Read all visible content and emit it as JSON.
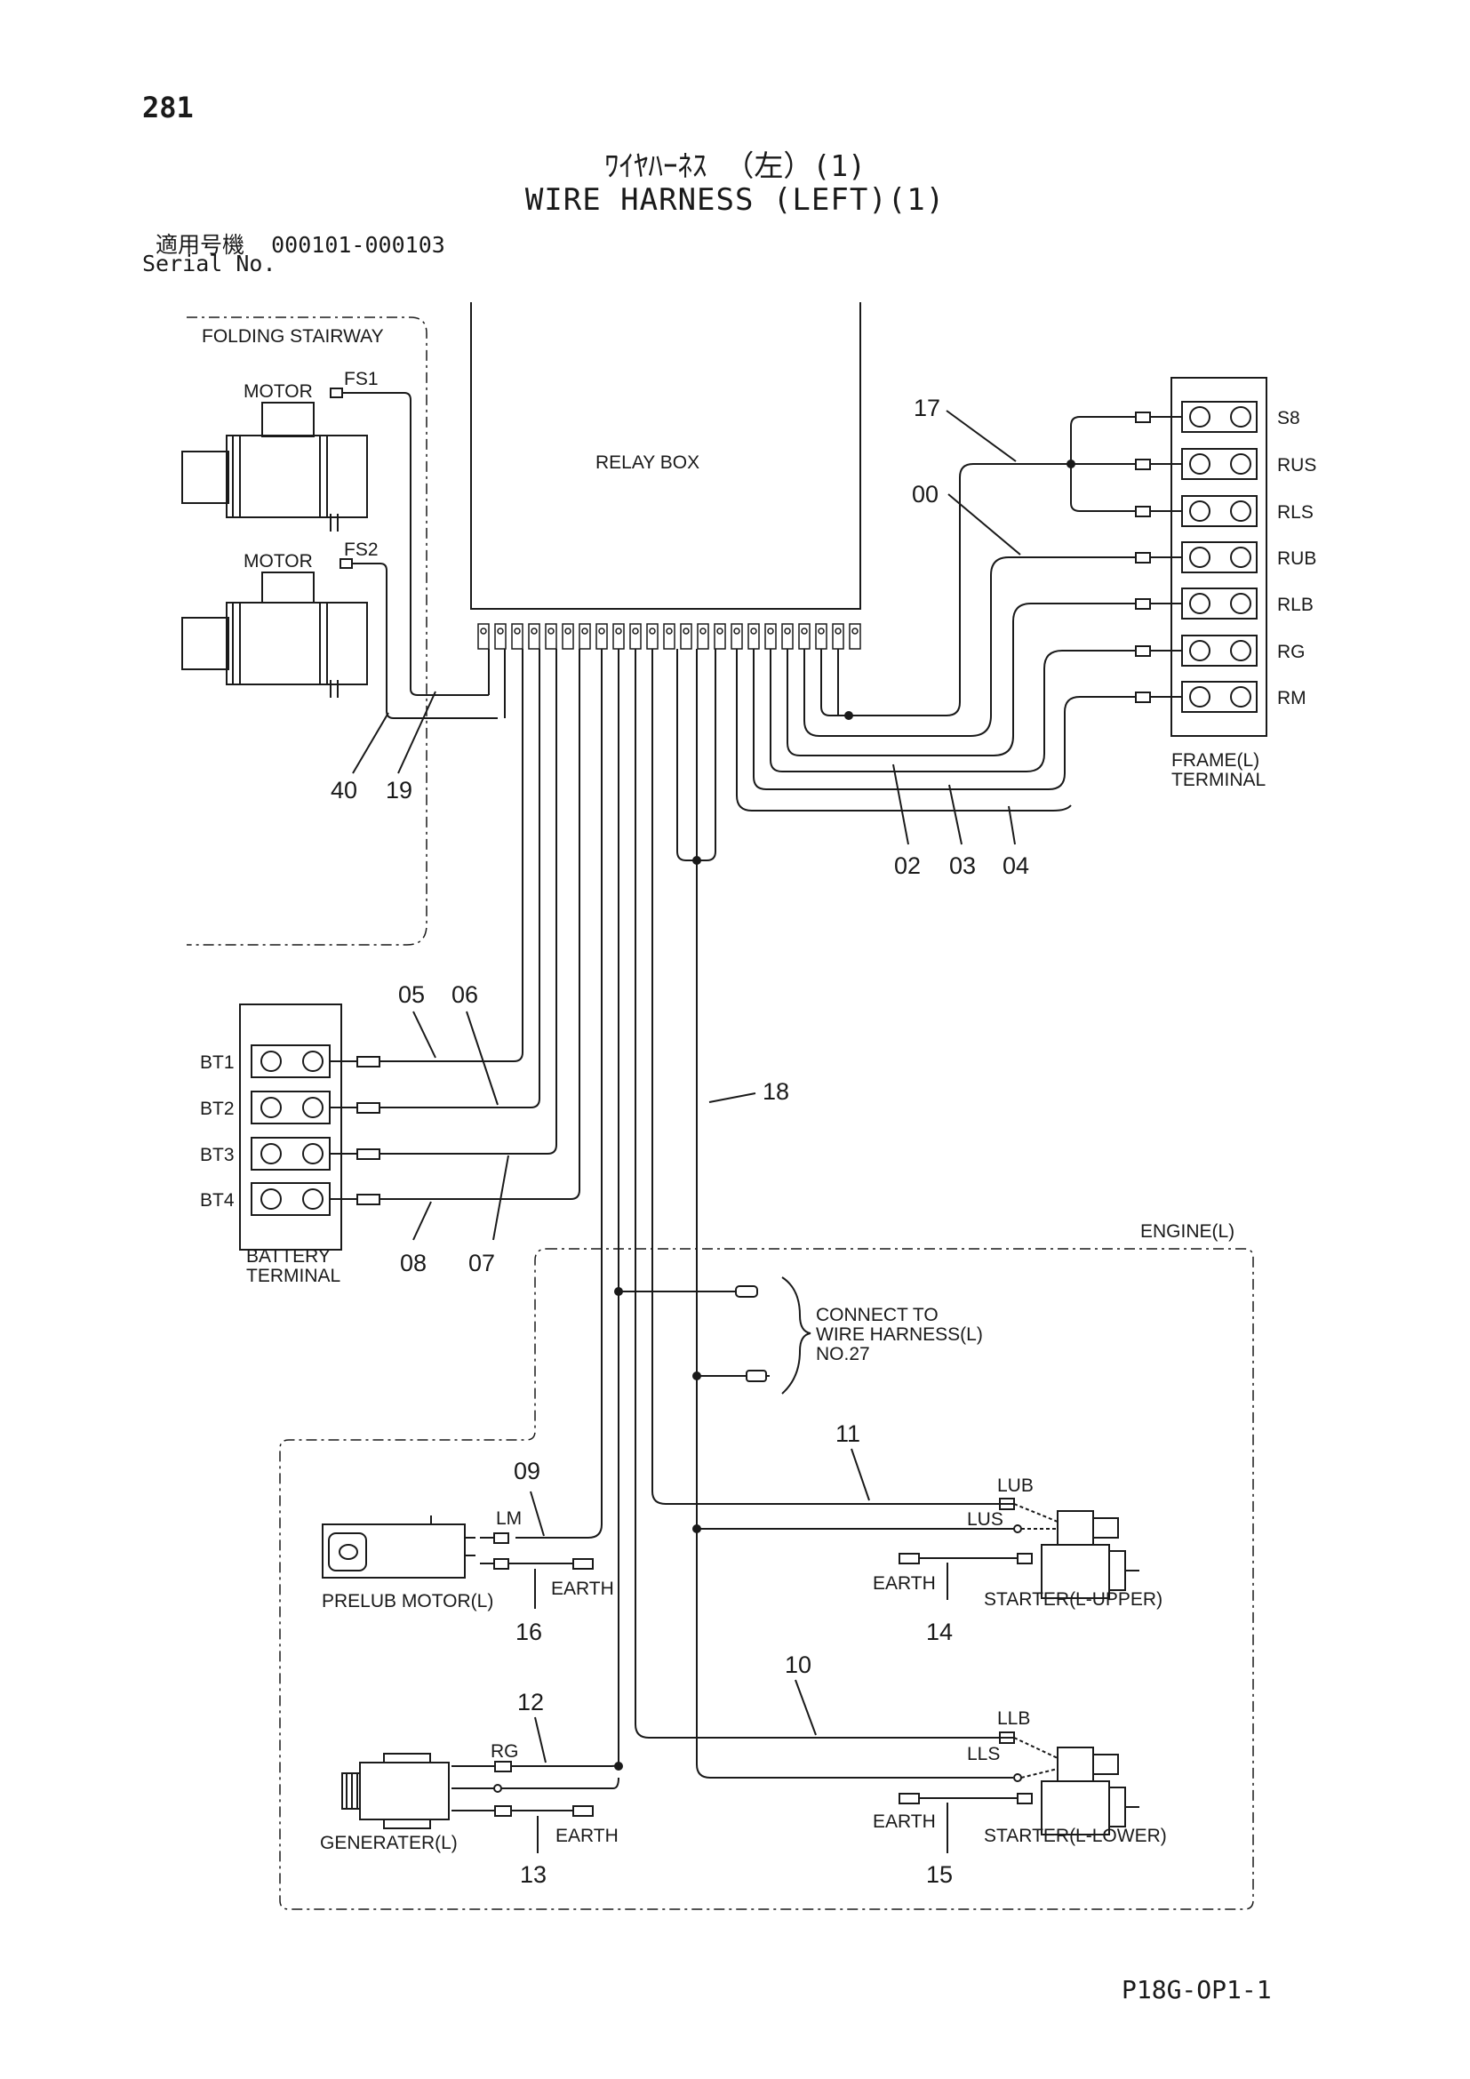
{
  "header": {
    "page_number": "281",
    "title_jp": "ﾜｲﾔﾊｰﾈｽ （左）(1)",
    "title_en": "WIRE HARNESS (LEFT)(1)",
    "serial_label_jp": "適用号機",
    "serial_range": "000101-000103",
    "serial_label_en": "Serial No."
  },
  "footer": {
    "drawing_code": "P18G-OP1-1"
  },
  "diagram": {
    "groups": {
      "folding_stairway": "FOLDING STAIRWAY",
      "relay_box": "RELAY BOX",
      "engine": "ENGINE(L)",
      "frame_terminal": [
        "FRAME(L)",
        "TERMINAL"
      ],
      "battery_terminal": [
        "BATTERY",
        "TERMINAL"
      ]
    },
    "motors": [
      {
        "label": "MOTOR",
        "connector": "FS1"
      },
      {
        "label": "MOTOR",
        "connector": "FS2"
      }
    ],
    "frame_terminals": [
      "S8",
      "RUS",
      "RLS",
      "RUB",
      "RLB",
      "RG",
      "RM"
    ],
    "battery_terminals": [
      "BT1",
      "BT2",
      "BT3",
      "BT4"
    ],
    "connect_note": [
      "CONNECT TO",
      "WIRE HARNESS(L)",
      "NO.27"
    ],
    "components": {
      "prelub_motor": "PRELUB MOTOR(L)",
      "generater": "GENERATER(L)",
      "starter_upper": "STARTER(L-UPPER)",
      "starter_lower": "STARTER(L-LOWER)"
    },
    "connector_labels": {
      "lm": "LM",
      "rg": "RG",
      "earth": "EARTH",
      "lub": "LUB",
      "lus": "LUS",
      "llb": "LLB",
      "lls": "LLS"
    },
    "wire_numbers": {
      "w17": "17",
      "w00": "00",
      "w40": "40",
      "w19": "19",
      "w02": "02",
      "w03": "03",
      "w04": "04",
      "w05": "05",
      "w06": "06",
      "w07": "07",
      "w08": "08",
      "w18": "18",
      "w11": "11",
      "w09": "09",
      "w16": "16",
      "w14": "14",
      "w10": "10",
      "w12": "12",
      "w13": "13",
      "w15": "15"
    }
  }
}
